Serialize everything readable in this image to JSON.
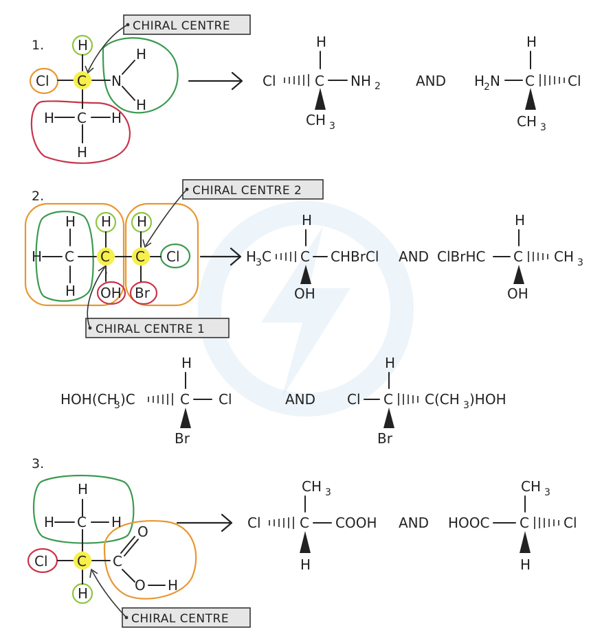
{
  "colors": {
    "orange": "#e8962e",
    "green": "#3a9a4e",
    "red": "#c8334a",
    "lime": "#8cc63f",
    "yellow": "#f7ef4b",
    "tag_fill": "#e6e6e6",
    "watermark": "#d6e6f5"
  },
  "icons": {
    "watermark": "lightning-logo-icon",
    "arrow": "reaction-arrow-icon"
  },
  "labels": {
    "chiral_centre": "CHIRAL CENTRE",
    "chiral_centre_1": "CHIRAL CENTRE 1",
    "chiral_centre_2": "CHIRAL CENTRE 2",
    "and": "AND"
  },
  "atoms": {
    "H": "H",
    "C": "C",
    "N": "N",
    "Cl": "Cl",
    "O": "O",
    "OH": "OH",
    "Br": "Br",
    "NH": "NH",
    "sub2": "2",
    "sub3": "3",
    "H2N_H": "H",
    "H2N_N": "N",
    "CH": "CH",
    "H3C_H": "H",
    "CHBrCl": "CHBrCl",
    "ClBrHC": "ClBrHC",
    "HOH_left": "HOH(CH",
    "HOH_right": ")C",
    "C_left": "C(CH",
    "C_right": ")HOH",
    "COOH": "COOH",
    "HOOC": "HOOC"
  },
  "sections": [
    {
      "number": "1."
    },
    {
      "number": "2."
    },
    {
      "number": "3."
    }
  ]
}
